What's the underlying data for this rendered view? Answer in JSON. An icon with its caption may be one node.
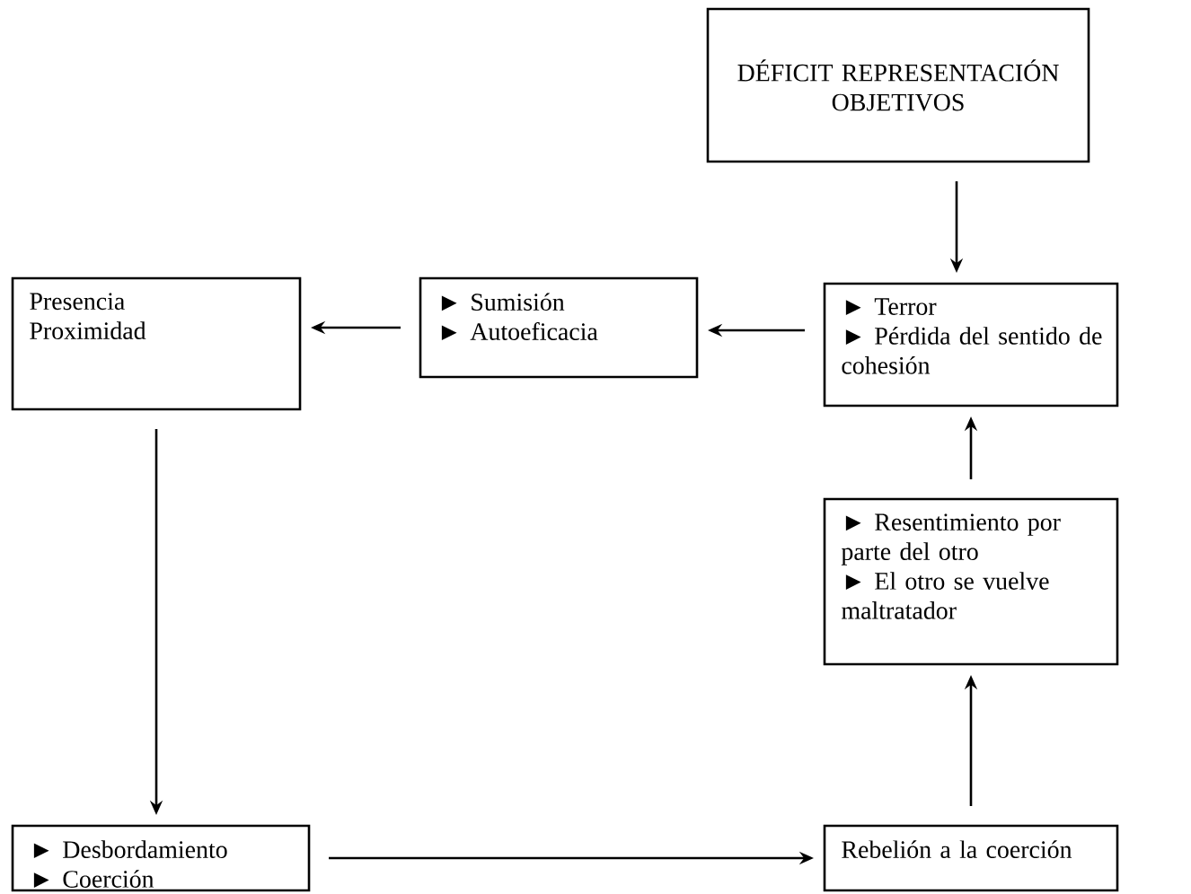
{
  "diagram": {
    "nodes": [
      {
        "text": [
          "DÉFICIT REPRESENTACIÓN OBJETIVOS"
        ]
      },
      {
        "text": [
          "Presencia",
          "Proximidad"
        ]
      },
      {
        "text": [
          "► Sumisión",
          "► Autoeficacia"
        ]
      },
      {
        "text": [
          "► Terror",
          "► Pérdida del sentido de cohesión"
        ]
      },
      {
        "text": [
          "► Resentimiento por parte del otro",
          "► El otro se vuelve maltratador"
        ]
      },
      {
        "text": [
          "► Desbordamiento",
          "► Coerción"
        ]
      },
      {
        "text": [
          "Rebelión a la coerción"
        ]
      }
    ],
    "edges": [
      {
        "from": 0,
        "to": 3,
        "arrow": "to"
      },
      {
        "from": 3,
        "to": 2,
        "arrow": "to"
      },
      {
        "from": 2,
        "to": 1,
        "arrow": "to"
      },
      {
        "from": 1,
        "to": 5,
        "arrow": "to"
      },
      {
        "from": 5,
        "to": 6,
        "arrow": "to"
      },
      {
        "from": 6,
        "to": 4,
        "arrow": "to"
      },
      {
        "from": 4,
        "to": 3,
        "arrow": "to"
      }
    ]
  }
}
